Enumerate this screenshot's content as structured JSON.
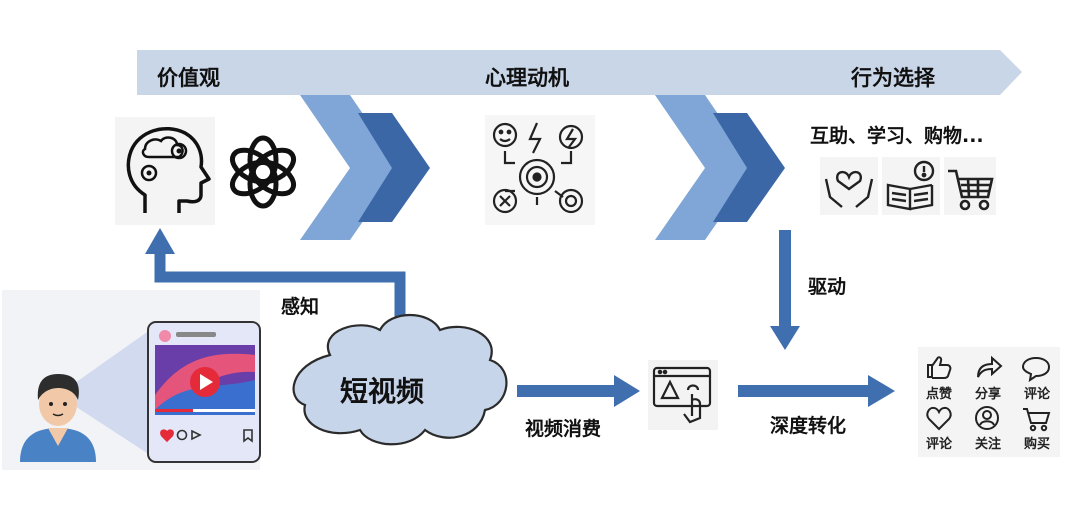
{
  "banner": {
    "values_label": "价值观",
    "motive_label": "心理动机",
    "behavior_label": "行为选择"
  },
  "behavior_examples": "互助、学习、购物...",
  "flow": {
    "perception_label": "感知",
    "drive_label": "驱动",
    "consumption_label": "视频消费",
    "conversion_label": "深度转化"
  },
  "short_video_label": "短视频",
  "reactions": [
    {
      "label": "点赞",
      "icon": "thumbs-up-icon"
    },
    {
      "label": "分享",
      "icon": "share-arrow-icon"
    },
    {
      "label": "评论",
      "icon": "comment-bubble-icon"
    },
    {
      "label": "评论",
      "icon": "heart-icon"
    },
    {
      "label": "关注",
      "icon": "follow-user-icon"
    },
    {
      "label": "购买",
      "icon": "shopping-cart-icon"
    }
  ],
  "colors": {
    "banner": "#c9d6e8",
    "chevron_light": "#7fa6d6",
    "chevron_dark": "#3b67a6",
    "arrow": "#3f6fae",
    "cloud": "#c7d5ea",
    "phone_frame": "#e3e7f7"
  }
}
